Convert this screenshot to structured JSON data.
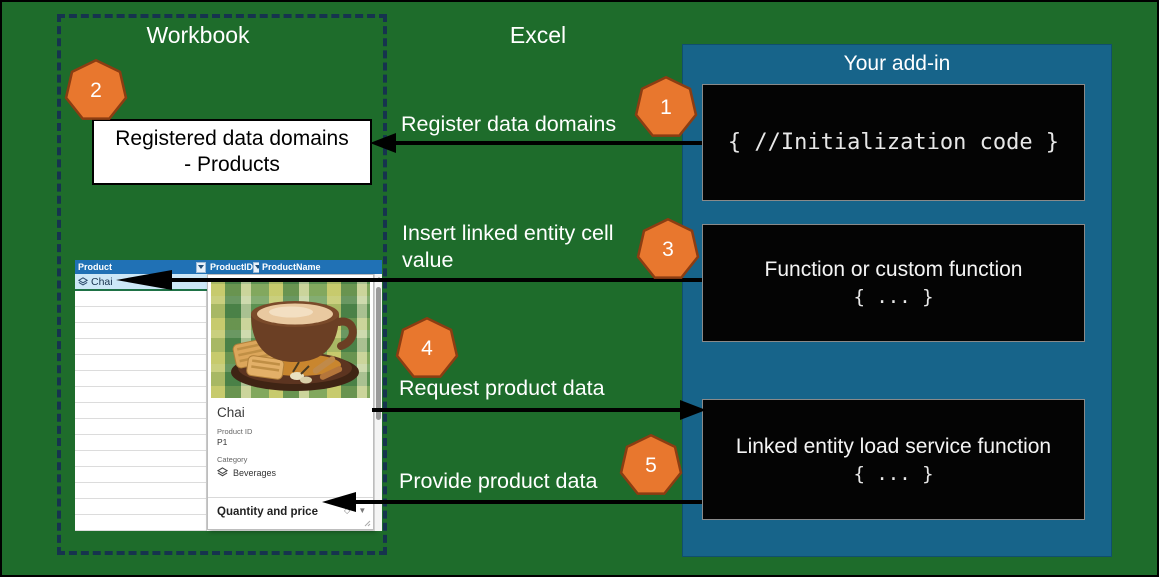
{
  "frame": {
    "workbook_label": "Workbook",
    "excel_label": "Excel"
  },
  "addin": {
    "title": "Your add-in",
    "init_code": "{ //Initialization code }",
    "function_box": {
      "line1": "Function or custom function",
      "line2": "{ ... }"
    },
    "service_box": {
      "line1": "Linked entity load service function",
      "line2": "{ ... }"
    }
  },
  "registered": {
    "line1": "Registered data domains",
    "line2": "- Products"
  },
  "steps": {
    "s1": {
      "num": "1",
      "label": "Register data domains"
    },
    "s2": {
      "num": "2"
    },
    "s3": {
      "num": "3",
      "label": "Insert linked entity cell value"
    },
    "s4": {
      "num": "4",
      "label": "Request product data"
    },
    "s5": {
      "num": "5",
      "label": "Provide product data"
    }
  },
  "sheet": {
    "headers": {
      "product": "Product",
      "product_id": "ProductID",
      "product_name": "ProductName"
    },
    "cell_value": "Chai"
  },
  "card": {
    "title": "Chai",
    "product_id_label": "Product ID",
    "product_id_value": "P1",
    "category_label": "Category",
    "category_value": "Beverages",
    "section_header": "Quantity and price",
    "mini_glyphs": "◇ ▼"
  },
  "colors": {
    "background_green": "#1E6C2B",
    "addin_panel_blue": "#17648A",
    "dashed_border_navy": "#16334E",
    "badge_orange": "#E8772E",
    "badge_border": "#8C3D12",
    "excel_header_blue": "#2071B5",
    "selected_cell_blue": "#CDE8F7",
    "code_box_black": "#040404"
  }
}
